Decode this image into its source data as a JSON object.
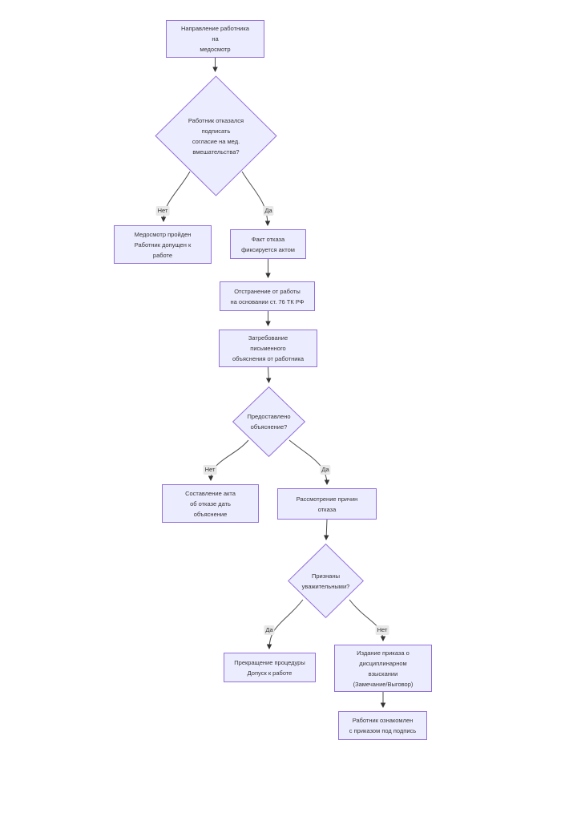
{
  "diagram": {
    "type": "flowchart",
    "language": "ru",
    "colors": {
      "node_fill": "#ECECFF",
      "node_border": "#9370DB",
      "text": "#333333",
      "edge": "#4d4d4d",
      "edge_label_bg": "#e8e8e8",
      "background": "#ffffff"
    },
    "nodes": {
      "referral": {
        "shape": "rect",
        "text": "Направление работника\nна\nмедосмотр"
      },
      "consent_refused": {
        "shape": "diamond",
        "text": "Работник отказался\nподписать\nсогласие на мед.\nвмешательства?"
      },
      "passed": {
        "shape": "rect",
        "text": "Медосмотр пройден\nРаботник допущен к\nработе"
      },
      "refusal_act": {
        "shape": "rect",
        "text": "Факт отказа\nфиксируется актом"
      },
      "suspension": {
        "shape": "rect",
        "text": "Отстранение от работы\nна основании ст. 76 ТК РФ"
      },
      "request_explanation": {
        "shape": "rect",
        "text": "Затребование\nписьменного\nобъяснения от работника"
      },
      "explanation_provided": {
        "shape": "diamond",
        "text": "Предоставлено\nобъяснение?"
      },
      "act_no_explanation": {
        "shape": "rect",
        "text": "Составление акта\nоб отказе дать\nобъяснение"
      },
      "review_reasons": {
        "shape": "rect",
        "text": "Рассмотрение причин\nотказа"
      },
      "reasons_valid": {
        "shape": "diamond",
        "text": "Признаны\nуважительными?"
      },
      "procedure_end": {
        "shape": "rect",
        "text": "Прекращение процедуры\nДопуск к работе"
      },
      "disciplinary_order": {
        "shape": "rect",
        "text": "Издание приказа о\nдисциплинарном\nвзыскании\n(Замечание/Выговор)"
      },
      "acknowledgement": {
        "shape": "rect",
        "text": "Работник ознакомлен\nс приказом под подпись"
      }
    },
    "edge_labels": {
      "no1": "Нет",
      "yes1": "Да",
      "no2": "Нет",
      "yes2": "Да",
      "yes3": "Да",
      "no3": "Нет"
    }
  }
}
